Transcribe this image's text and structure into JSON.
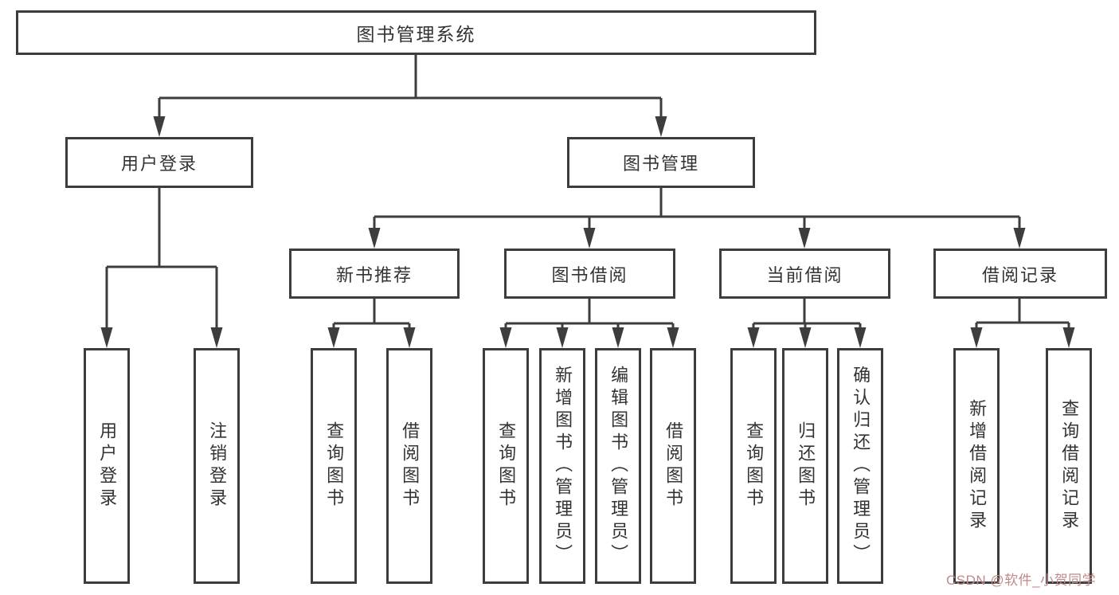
{
  "diagram": {
    "tree": {
      "root": {
        "label": "图书管理系统"
      },
      "children": [
        {
          "label": "用户登录",
          "children": [
            {
              "label": "用户登录"
            },
            {
              "label": "注销登录"
            }
          ]
        },
        {
          "label": "图书管理",
          "children": [
            {
              "label": "新书推荐",
              "children": [
                {
                  "label": "查询图书"
                },
                {
                  "label": "借阅图书"
                }
              ]
            },
            {
              "label": "图书借阅",
              "children": [
                {
                  "label": "查询图书"
                },
                {
                  "label": "新增图书（管理员）"
                },
                {
                  "label": "编辑图书（管理员）"
                },
                {
                  "label": "借阅图书"
                }
              ]
            },
            {
              "label": "当前借阅",
              "children": [
                {
                  "label": "查询图书"
                },
                {
                  "label": "归还图书"
                },
                {
                  "label": "确认归还（管理员）"
                }
              ]
            },
            {
              "label": "借阅记录",
              "children": [
                {
                  "label": "新增借阅记录"
                },
                {
                  "label": "查询借阅记录"
                }
              ]
            }
          ]
        }
      ]
    },
    "colors": {
      "line": "#3d3d3d",
      "box_border": "#3d3d3d",
      "text": "#333333",
      "background": "#ffffff",
      "watermark": "#c08a8a"
    }
  },
  "watermark": {
    "text": "CSDN @软件_小贺同学"
  }
}
